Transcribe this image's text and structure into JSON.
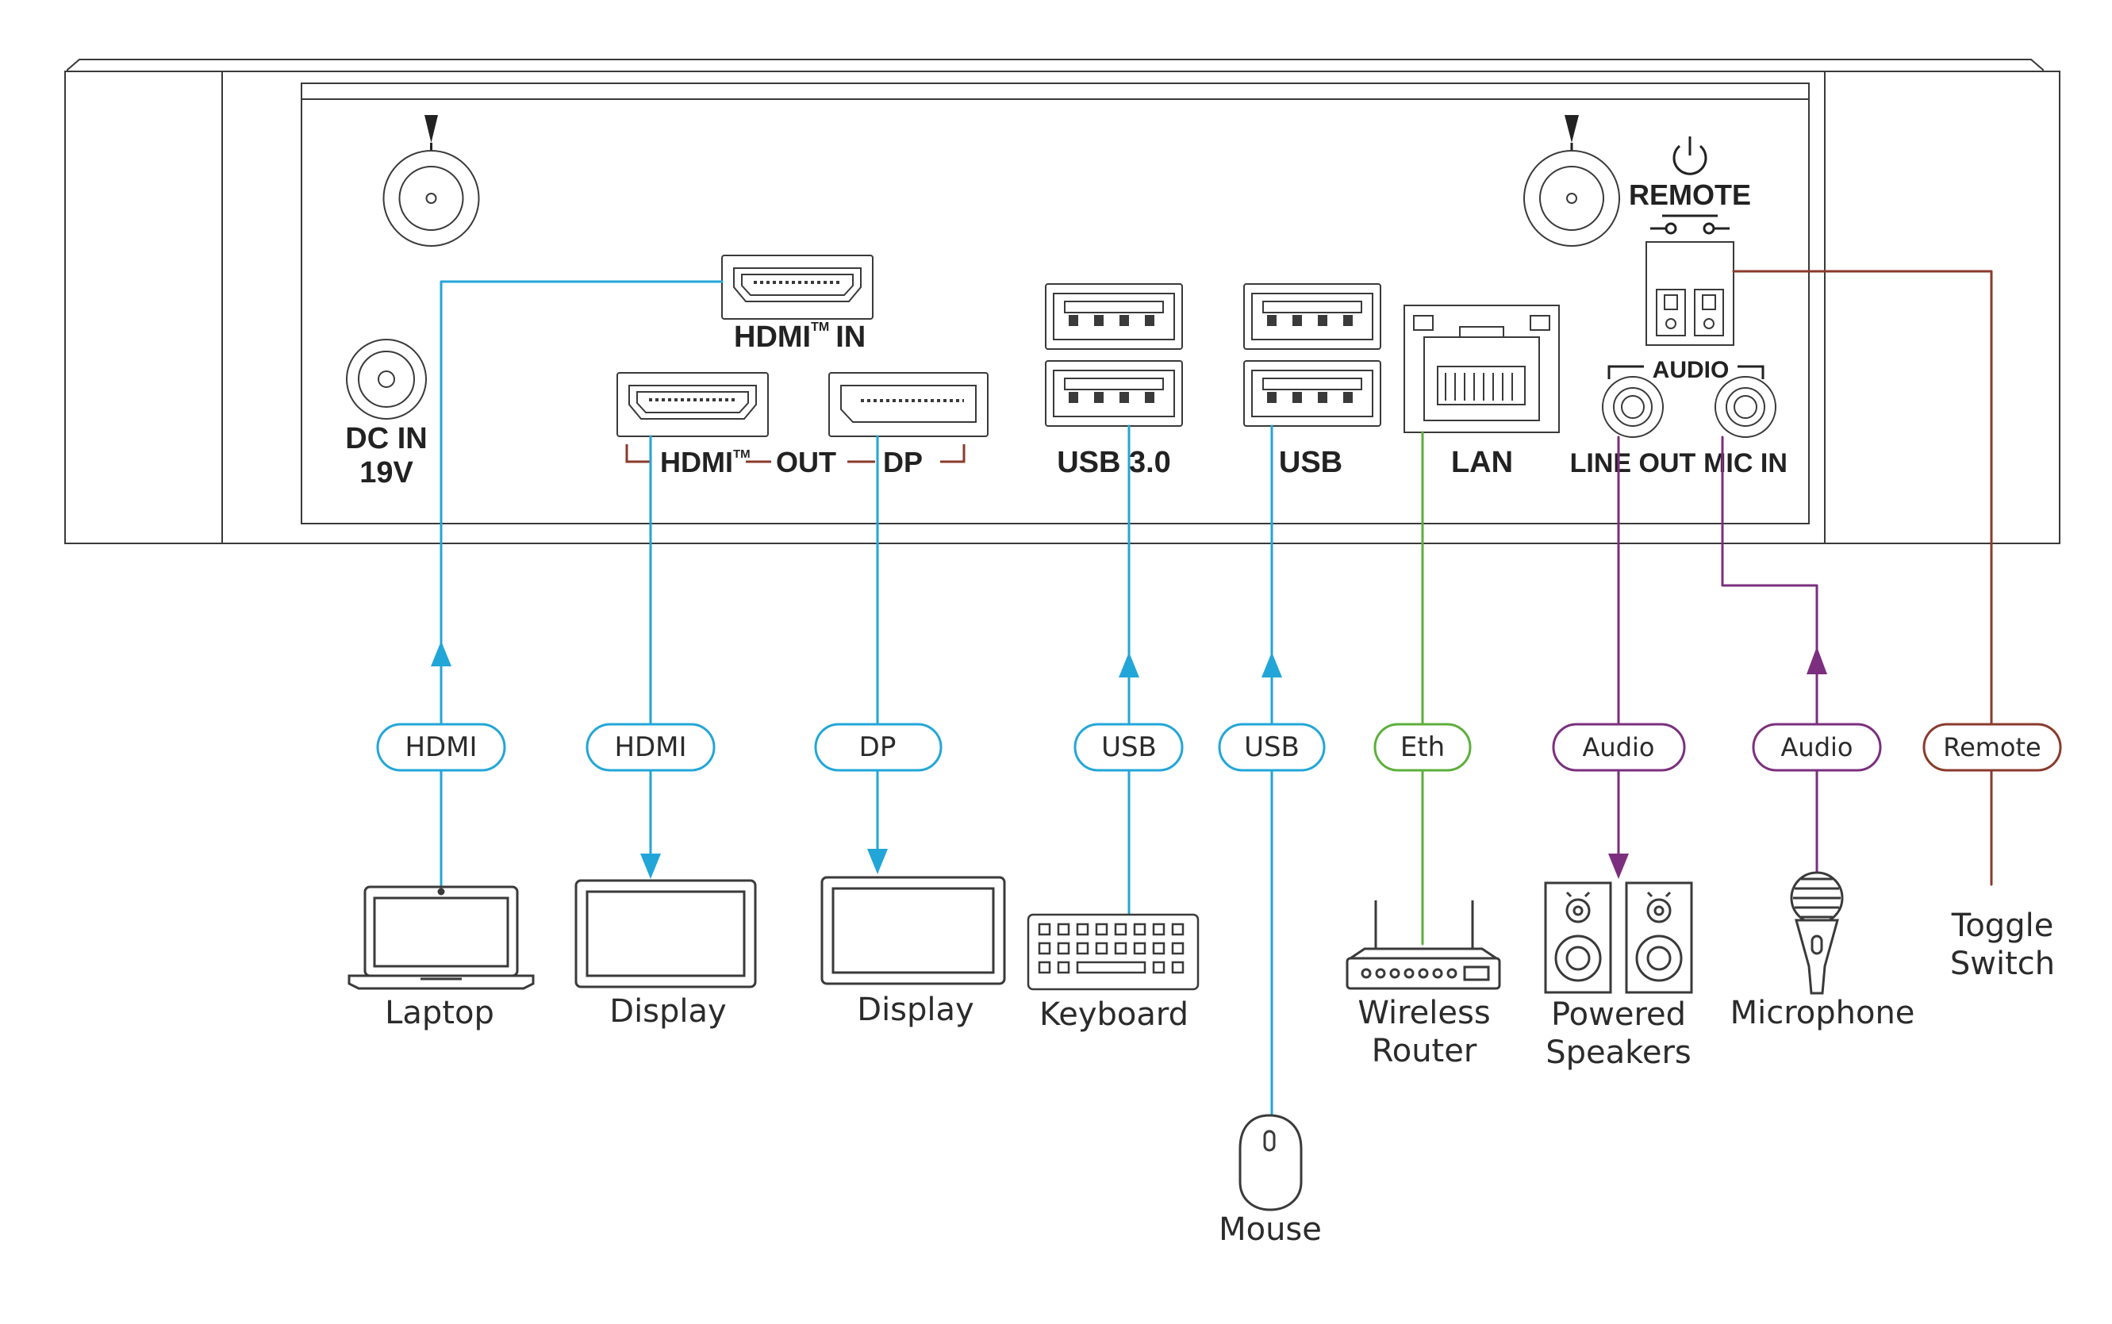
{
  "colors": {
    "video_usb": "#22a6d8",
    "ethernet": "#5daf3c",
    "audio": "#7b2f7e",
    "remote": "#8a3a2c",
    "outline": "#3a3a3a"
  },
  "panel": {
    "dc_in_line1": "DC IN",
    "dc_in_line2": "19V",
    "hdmi_in": "HDMI",
    "hdmi_in_suffix": "IN",
    "tm": "TM",
    "hdmi_out": "HDMI",
    "out": "OUT",
    "dp": "DP",
    "usb30": "USB 3.0",
    "usb": "USB",
    "lan": "LAN",
    "remote": "REMOTE",
    "audio": "AUDIO",
    "line_out": "LINE OUT",
    "mic_in": "MIC IN"
  },
  "connections": [
    {
      "id": "laptop",
      "cable": "HDMI",
      "device_lines": [
        "Laptop"
      ]
    },
    {
      "id": "display1",
      "cable": "HDMI",
      "device_lines": [
        "Display"
      ]
    },
    {
      "id": "display2",
      "cable": "DP",
      "device_lines": [
        "Display"
      ]
    },
    {
      "id": "keyboard",
      "cable": "USB",
      "device_lines": [
        "Keyboard"
      ]
    },
    {
      "id": "mouse",
      "cable": "USB",
      "device_lines": [
        "Mouse"
      ]
    },
    {
      "id": "router",
      "cable": "Eth",
      "device_lines": [
        "Wireless",
        "Router"
      ]
    },
    {
      "id": "speakers",
      "cable": "Audio",
      "device_lines": [
        "Powered",
        "Speakers"
      ]
    },
    {
      "id": "microphone",
      "cable": "Audio",
      "device_lines": [
        "Microphone"
      ]
    },
    {
      "id": "toggle",
      "cable": "Remote",
      "device_lines": [
        "Toggle",
        "Switch"
      ]
    }
  ]
}
